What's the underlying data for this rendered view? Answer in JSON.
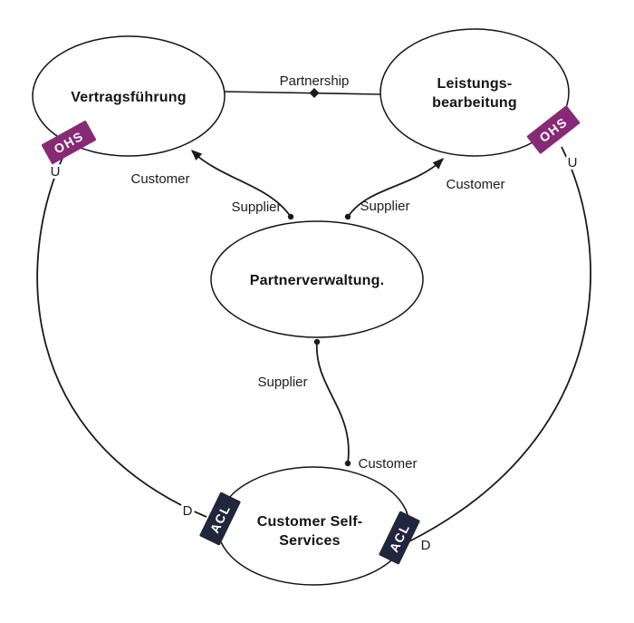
{
  "diagram": {
    "type": "ddd-context-map",
    "nodes": {
      "vertragsfuehrung": {
        "label": "Vertragsführung"
      },
      "leistungsbearbeitung": {
        "line1": "Leistungs-",
        "line2": "bearbeitung"
      },
      "partnerverwaltung": {
        "label": "Partnerverwaltung."
      },
      "customer_self_services": {
        "line1": "Customer Self-",
        "line2": "Services"
      }
    },
    "edges": {
      "partnership": {
        "from": "Vertragsführung",
        "to": "Leistungsbearbeitung",
        "label": "Partnership"
      },
      "left": {
        "customer": "Vertragsführung",
        "supplier": "Partnerverwaltung",
        "customer_label": "Customer",
        "supplier_label": "Supplier"
      },
      "right": {
        "customer": "Leistungsbearbeitung",
        "supplier": "Partnerverwaltung",
        "customer_label": "Customer",
        "supplier_label": "Supplier"
      },
      "bottom": {
        "customer": "Customer Self-Services",
        "supplier": "Partnerverwaltung",
        "supplier_label": "Supplier",
        "customer_label": "Customer"
      },
      "ud_left": {
        "upstream": "Vertragsführung",
        "downstream": "Customer Self-Services",
        "upstream_label": "U",
        "downstream_label": "D"
      },
      "ud_right": {
        "upstream": "Leistungsbearbeitung",
        "downstream": "Customer Self-Services",
        "upstream_label": "U",
        "downstream_label": "D"
      }
    },
    "badges": {
      "ohs_left": "OHS",
      "ohs_right": "OHS",
      "acl_left": "ACL",
      "acl_right": "ACL"
    },
    "colors": {
      "ohs_badge": "#872a76",
      "acl_badge": "#20263b",
      "line": "#1a1a1a",
      "text": "#1c1c1c",
      "background": "#ffffff"
    }
  }
}
